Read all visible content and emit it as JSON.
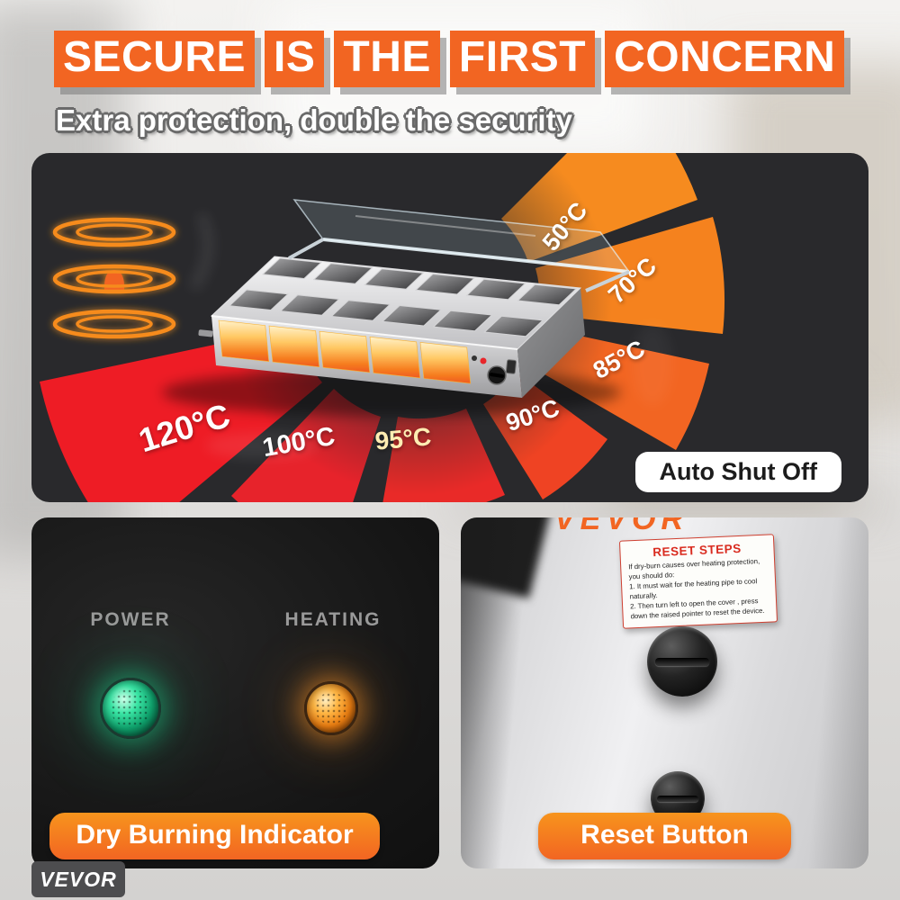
{
  "header": {
    "title_parts": [
      "SECURE",
      "IS",
      "THE",
      "FIRST",
      "CONCERN"
    ],
    "subtitle": "Extra protection, double the security"
  },
  "hero": {
    "auto_shut_off": "Auto Shut Off",
    "temps": {
      "t50": "50°C",
      "t70": "70°C",
      "t85": "85°C",
      "t90": "90°C",
      "t95": "95°C",
      "t100": "100°C",
      "t120": "120°C"
    }
  },
  "indicators": {
    "power": "POWER",
    "heating": "HEATING",
    "caption": "Dry Burning Indicator"
  },
  "reset": {
    "sticker_title": "RESET STEPS",
    "sticker_lines": [
      "If dry-burn causes over heating protection,",
      "you should do:",
      "1. It must wait for the heating pipe to cool",
      "naturally.",
      "2. Then turn left to open the cover , press",
      "down the raised pointer to reset the device."
    ],
    "caption": "Reset Button"
  },
  "brand": "VEVOR",
  "colors": {
    "accent_orange": "#f26522",
    "hot_red": "#ee1c25",
    "panel_dark": "#29292c",
    "led_green": "#0fa06b",
    "led_orange": "#e87d12"
  }
}
